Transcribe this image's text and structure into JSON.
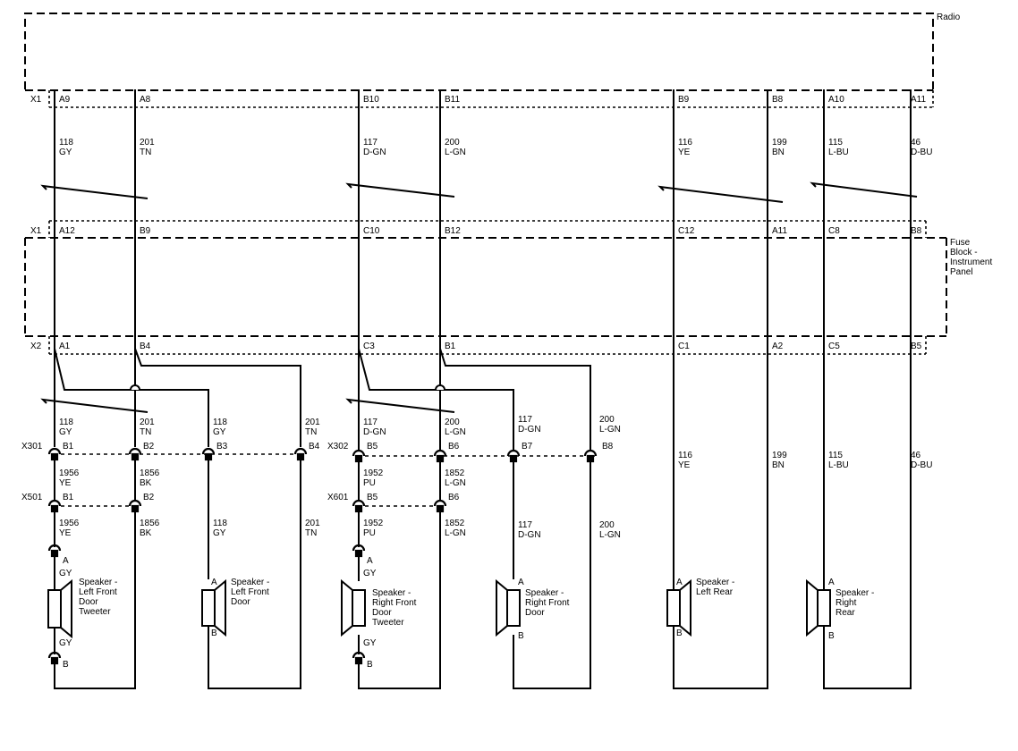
{
  "components": {
    "radio": "Radio",
    "fuse_block": [
      "Fuse",
      "Block -",
      "Instrument",
      "Panel"
    ]
  },
  "connectors": {
    "radio_x1": "X1",
    "fb_x1": "X1",
    "fb_x2": "X2",
    "x301": "X301",
    "x501": "X501",
    "x302": "X302",
    "x601": "X601"
  },
  "radio_pins": [
    "A9",
    "A8",
    "B10",
    "B11",
    "B9",
    "B8",
    "A10",
    "A11"
  ],
  "fb_x1_pins": [
    "A12",
    "B9",
    "C10",
    "B12",
    "C12",
    "A11",
    "C8",
    "B8"
  ],
  "fb_x2_pins": [
    "A1",
    "B4",
    "C3",
    "B1",
    "C1",
    "A2",
    "C5",
    "B5"
  ],
  "upper_wires": [
    {
      "circuit": "118",
      "color": "GY"
    },
    {
      "circuit": "201",
      "color": "TN"
    },
    {
      "circuit": "117",
      "color": "D-GN"
    },
    {
      "circuit": "200",
      "color": "L-GN"
    },
    {
      "circuit": "116",
      "color": "YE"
    },
    {
      "circuit": "199",
      "color": "BN"
    },
    {
      "circuit": "115",
      "color": "L-BU"
    },
    {
      "circuit": "46",
      "color": "D-BU"
    }
  ],
  "lower_wires": [
    {
      "circuit": "118",
      "color": "GY"
    },
    {
      "circuit": "201",
      "color": "TN"
    },
    {
      "circuit": "118",
      "color": "GY"
    },
    {
      "circuit": "201",
      "color": "TN"
    },
    {
      "circuit": "117",
      "color": "D-GN"
    },
    {
      "circuit": "200",
      "color": "L-GN"
    },
    {
      "circuit": "117",
      "color": "D-GN"
    },
    {
      "circuit": "200",
      "color": "L-GN"
    }
  ],
  "x301_pins": [
    "B1",
    "B2",
    "B3",
    "B4"
  ],
  "x302_pins": [
    "B5",
    "B6",
    "B7",
    "B8"
  ],
  "mid_wires": [
    {
      "circuit": "1956",
      "color": "YE"
    },
    {
      "circuit": "1856",
      "color": "BK"
    },
    {
      "circuit": "1952",
      "color": "PU"
    },
    {
      "circuit": "1852",
      "color": "L-GN"
    }
  ],
  "x501_pins": [
    "B1",
    "B2"
  ],
  "x601_pins": [
    "B5",
    "B6"
  ],
  "bottom_wires": [
    {
      "circuit": "1956",
      "color": "YE"
    },
    {
      "circuit": "1856",
      "color": "BK"
    },
    {
      "circuit": "118",
      "color": "GY"
    },
    {
      "circuit": "201",
      "color": "TN"
    },
    {
      "circuit": "1952",
      "color": "PU"
    },
    {
      "circuit": "1852",
      "color": "L-GN"
    },
    {
      "circuit": "117",
      "color": "D-GN"
    },
    {
      "circuit": "200",
      "color": "L-GN"
    }
  ],
  "rear_wires": [
    {
      "circuit": "116",
      "color": "YE"
    },
    {
      "circuit": "199",
      "color": "BN"
    },
    {
      "circuit": "115",
      "color": "L-BU"
    },
    {
      "circuit": "46",
      "color": "D-BU"
    }
  ],
  "tweeter_wire_color": "GY",
  "terminals": {
    "a": "A",
    "b": "B"
  },
  "speakers": [
    [
      "Speaker -",
      "Left Front",
      "Door",
      "Tweeter"
    ],
    [
      "Speaker -",
      "Left Front",
      "Door"
    ],
    [
      "Speaker -",
      "Right Front",
      "Door",
      "Tweeter"
    ],
    [
      "Speaker -",
      "Right Front",
      "Door"
    ],
    [
      "Speaker -",
      "Left Rear"
    ],
    [
      "Speaker -",
      "Right",
      "Rear"
    ]
  ]
}
